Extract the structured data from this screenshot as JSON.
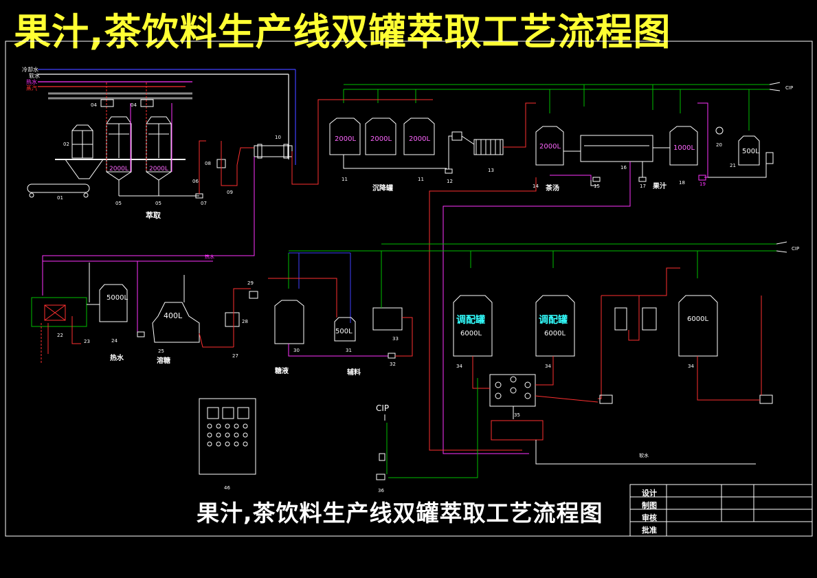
{
  "title": "果汁,茶饮料生产线双罐萃取工艺流程图",
  "bottom_title": "果汁,茶饮料生产线双罐萃取工艺流程图",
  "title_block": [
    "设计",
    "制图",
    "审核",
    "批准"
  ],
  "utilities": [
    "冷却水",
    "软水",
    "热水",
    "蒸汽"
  ],
  "cip": "CIP",
  "section_labels": {
    "extraction": "萃取",
    "settling": "沉降罐",
    "tea_soup": "茶汤",
    "juice": "果汁",
    "hot_water": "热水",
    "sugar_dissolve": "溶糖",
    "syrup": "糖液",
    "auxiliary": "辅料",
    "soft_water": "软水"
  },
  "tank_labels": {
    "extract_a": "2000L",
    "extract_b": "2000L",
    "settle_1": "2000L",
    "settle_2": "2000L",
    "settle_3": "2000L",
    "tea_tank": "2000L",
    "juice_tank": "1000L",
    "small_tank": "500L",
    "hot_water_tank": "5000L",
    "sugar_tank": "400L",
    "aux_tank": "500L",
    "blend_1_name": "调配罐",
    "blend_1_vol": "6000L",
    "blend_2_name": "调配罐",
    "blend_2_vol": "6000L",
    "blend_3_vol": "6000L"
  },
  "numbers": {
    "n01": "01",
    "n02": "02",
    "n04a": "04",
    "n04b": "04",
    "n05a": "05",
    "n05b": "05",
    "n06": "06",
    "n07": "07",
    "n08": "08",
    "n09": "09",
    "n10": "10",
    "n11a": "11",
    "n11b": "11",
    "n12": "12",
    "n13": "13",
    "n14": "14",
    "n15": "15",
    "n16": "16",
    "n17": "17",
    "n18": "18",
    "n19": "19",
    "n20": "20",
    "n21": "21",
    "n22": "22",
    "n23": "23",
    "n24": "24",
    "n25": "25",
    "n27": "27",
    "n28": "28",
    "n29": "29",
    "n30": "30",
    "n31": "31",
    "n32": "32",
    "n33": "33",
    "n34a": "34",
    "n34b": "34",
    "n34c": "34",
    "n35": "35",
    "n36": "36",
    "n46": "46"
  },
  "colors": {
    "green": "#00c000",
    "magenta": "#ff33ff",
    "red": "#ff3030",
    "blue": "#4040ff",
    "title_yellow": "#ffff33",
    "tank_text_magenta": "#ff66ff",
    "tank_text_cyan": "#33ffff"
  }
}
